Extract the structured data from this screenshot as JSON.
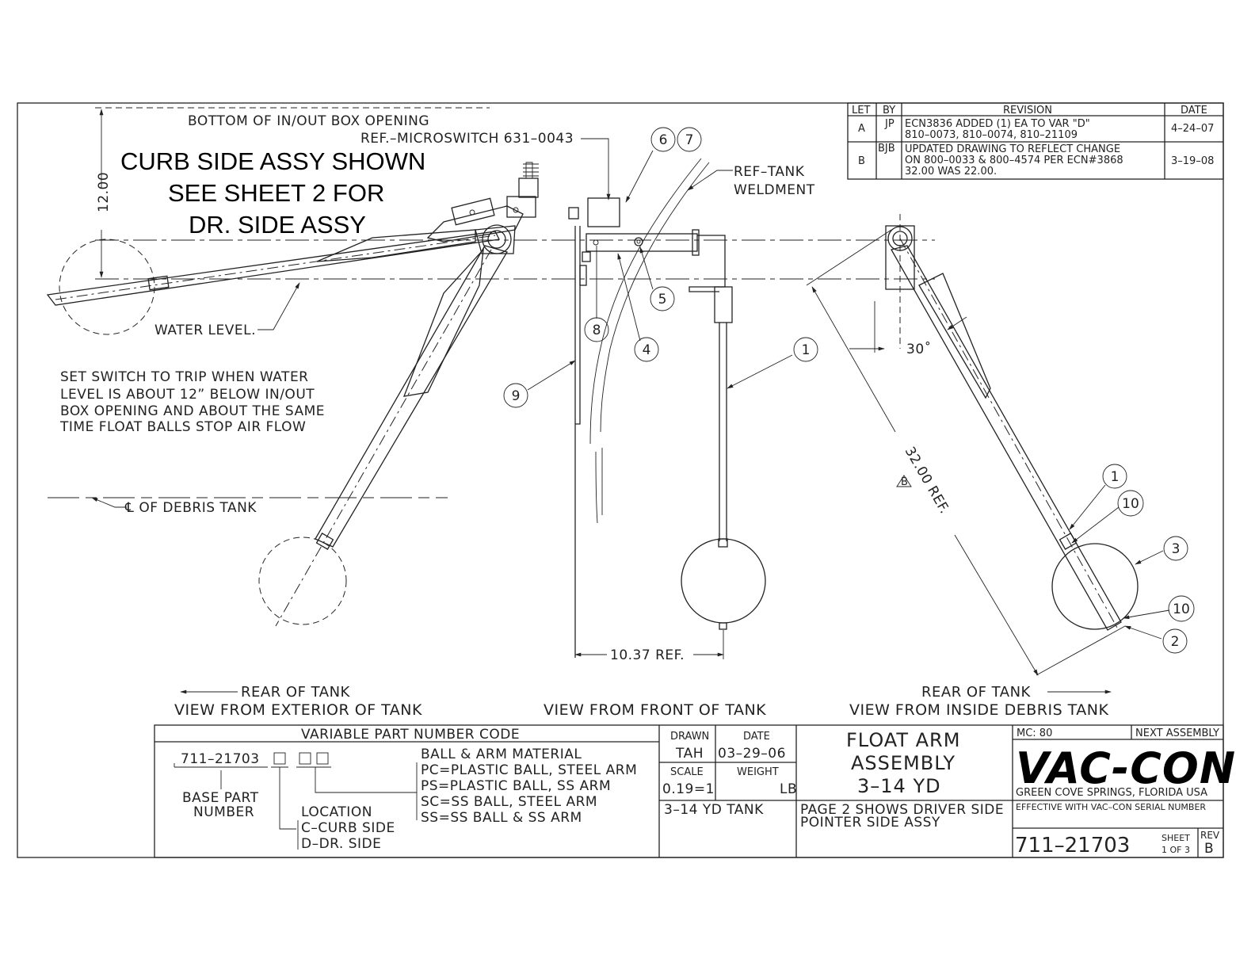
{
  "notes": {
    "bottom_opening": "BOTTOM OF IN/OUT BOX OPENING",
    "microswitch": "REF.–MICROSWITCH 631–0043",
    "headline_1": "CURB SIDE ASSY SHOWN",
    "headline_2": "SEE SHEET 2 FOR",
    "headline_3": "DR. SIDE ASSY",
    "dim_12": "12.00",
    "water_level": "WATER LEVEL.",
    "set_switch_1": "SET SWITCH TO TRIP WHEN WATER",
    "set_switch_2": "LEVEL IS ABOUT 12” BELOW IN/OUT",
    "set_switch_3": "BOX OPENING AND ABOUT THE SAME",
    "set_switch_4": "TIME FLOAT BALLS STOP AIR FLOW",
    "debris_cl": "℄ OF DEBRIS TANK",
    "tank_weldment_1": "REF–TANK",
    "tank_weldment_2": "WELDMENT",
    "dim_1037": "10.37 REF.",
    "angle_30": "30˚",
    "dim_32": "32.00 REF.",
    "rev_flag": "B",
    "rear_left": "REAR OF TANK",
    "rear_right": "REAR OF TANK",
    "view_exterior": "VIEW FROM EXTERIOR OF TANK",
    "view_front": "VIEW FROM FRONT OF TANK",
    "view_inside": "VIEW FROM INSIDE DEBRIS TANK"
  },
  "balloons": [
    "6",
    "7",
    "5",
    "8",
    "4",
    "1",
    "9",
    "1",
    "10",
    "3",
    "10",
    "2"
  ],
  "revision_table": {
    "headers": [
      "LET",
      "BY",
      "REVISION",
      "DATE"
    ],
    "rows": [
      {
        "let": "A",
        "by": "JP",
        "rev_1": "ECN3836 ADDED (1) EA TO VAR \"D\"",
        "rev_2": "810–0073, 810–0074, 810–21109",
        "rev_3": "",
        "date": "4–24–07"
      },
      {
        "let": "B",
        "by": "BJB",
        "rev_1": "UPDATED DRAWING TO REFLECT CHANGE",
        "rev_2": "ON 800–0033 & 800–4574 PER ECN#3868",
        "rev_3": "32.00 WAS 22.00.",
        "date": "3–19–08"
      }
    ]
  },
  "title_block": {
    "variable_header": "VARIABLE PART NUMBER CODE",
    "base_number": "711–21703",
    "base_label_1": "BASE PART",
    "base_label_2": "NUMBER",
    "location": "LOCATION",
    "location_c": "C–CURB SIDE",
    "location_d": "D–DR. SIDE",
    "material_header": "BALL & ARM MATERIAL",
    "material_1": "PC=PLASTIC BALL, STEEL ARM",
    "material_2": "PS=PLASTIC BALL, SS ARM",
    "material_3": "SC=SS BALL, STEEL ARM",
    "material_4": "SS=SS BALL & SS ARM",
    "drawn_label": "DRAWN",
    "drawn_value": "TAH",
    "date_label": "DATE",
    "date_value": "03–29–06",
    "scale_label": "SCALE",
    "scale_value": "0.19=1",
    "weight_label": "WEIGHT",
    "weight_unit": "LB",
    "tank": "3–14 YD TANK",
    "title_1": "FLOAT ARM",
    "title_2": "ASSEMBLY",
    "title_3": "3–14 YD",
    "page_note_1": "PAGE 2 SHOWS DRIVER SIDE",
    "page_note_2": "POINTER SIDE ASSY",
    "mc": "MC: 80",
    "next_assembly": "NEXT ASSEMBLY",
    "company": "VAC-CON",
    "location_city": "GREEN COVE SPRINGS, FLORIDA USA",
    "effective": "EFFECTIVE WITH VAC–CON SERIAL NUMBER",
    "part_number": "711–21703",
    "sheet_label": "SHEET",
    "sheet_value": "1 OF 3",
    "rev_label": "REV",
    "rev_value": "B"
  }
}
